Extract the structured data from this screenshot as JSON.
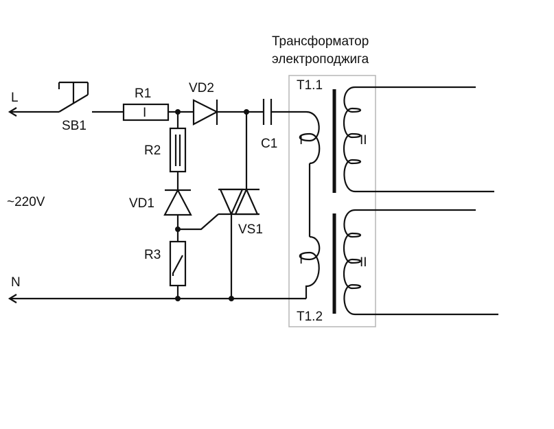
{
  "title": {
    "line1": "Трансформатор",
    "line2": "электроподжига"
  },
  "terminals": {
    "line": "L",
    "neutral": "N",
    "voltage": "~220V"
  },
  "components": {
    "switch": "SB1",
    "r1": "R1",
    "r1_mark": "I",
    "r2": "R2",
    "r3": "R3",
    "vd1": "VD1",
    "vd2": "VD2",
    "vs1": "VS1",
    "c1": "C1"
  },
  "transformers": {
    "t1": "T1.1",
    "t2": "T1.2",
    "primary": "I",
    "secondary": "II"
  },
  "colors": {
    "ink": "#111111",
    "box": "#b5b5b5"
  }
}
